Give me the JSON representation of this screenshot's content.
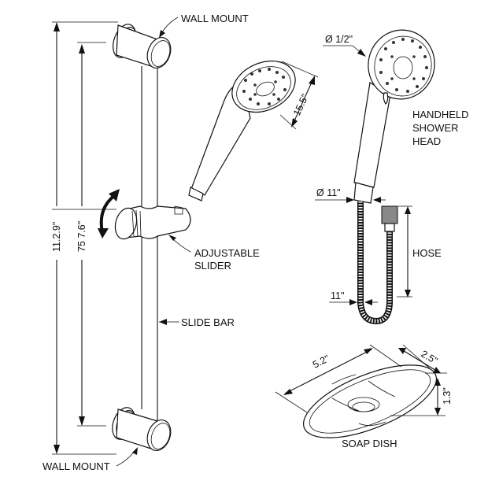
{
  "diagram": {
    "title": "Shower slide bar kit dimensional drawing",
    "labels": {
      "wall_mount_top": "WALL MOUNT",
      "wall_mount_bottom": "WALL MOUNT",
      "adjustable_slider": [
        "ADJUSTABLE",
        "SLIDER"
      ],
      "slide_bar": "SLIDE BAR",
      "handheld_shower_head": [
        "HANDHELD",
        "SHOWER",
        "HEAD"
      ],
      "hose": "HOSE",
      "soap_dish": "SOAP DISH"
    },
    "dimensions": {
      "overall_height": "11.2.9\"",
      "bar_height": "75 7.6\"",
      "head_length": "15.5\"",
      "head_connector_diameter": "Ø 1/2\"",
      "handle_diameter": "Ø 11\"",
      "hose_width": "11\"",
      "soap_dish_length": "5.2\"",
      "soap_dish_width": "2.5\"",
      "soap_dish_height": "1.3\""
    },
    "colors": {
      "line": "#111111",
      "background": "#ffffff"
    }
  }
}
